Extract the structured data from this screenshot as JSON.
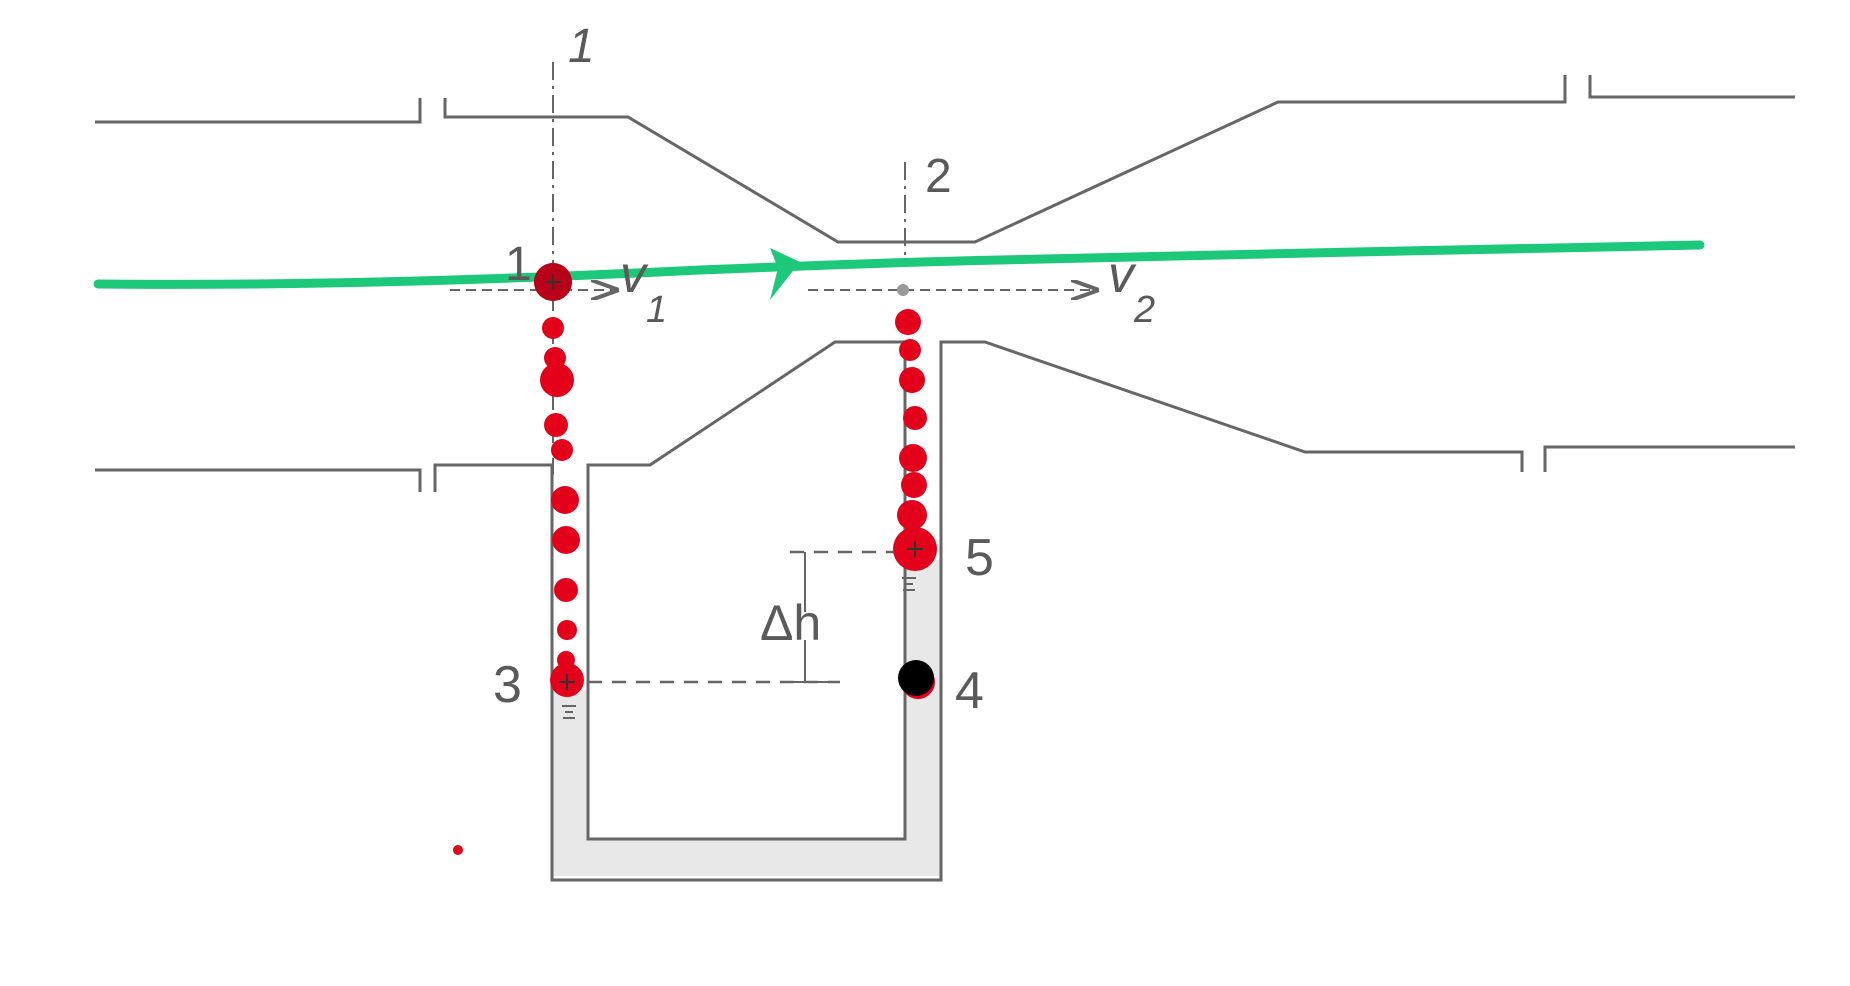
{
  "diagram": {
    "section_labels": {
      "s1": "1",
      "s2": "2"
    },
    "point_labels": {
      "p1": "1",
      "p3": "3",
      "p4": "4",
      "p5": "5"
    },
    "velocity_labels": {
      "v1": {
        "main": "v",
        "sub": "1"
      },
      "v2": {
        "main": "v",
        "sub": "2"
      }
    },
    "delta_h": "Δh",
    "colors": {
      "pipe": "#666666",
      "fluid": "#e8e8e8",
      "streamline": "#1ec87a",
      "red_path": "#e3001b",
      "marker_black": "#000000"
    }
  }
}
